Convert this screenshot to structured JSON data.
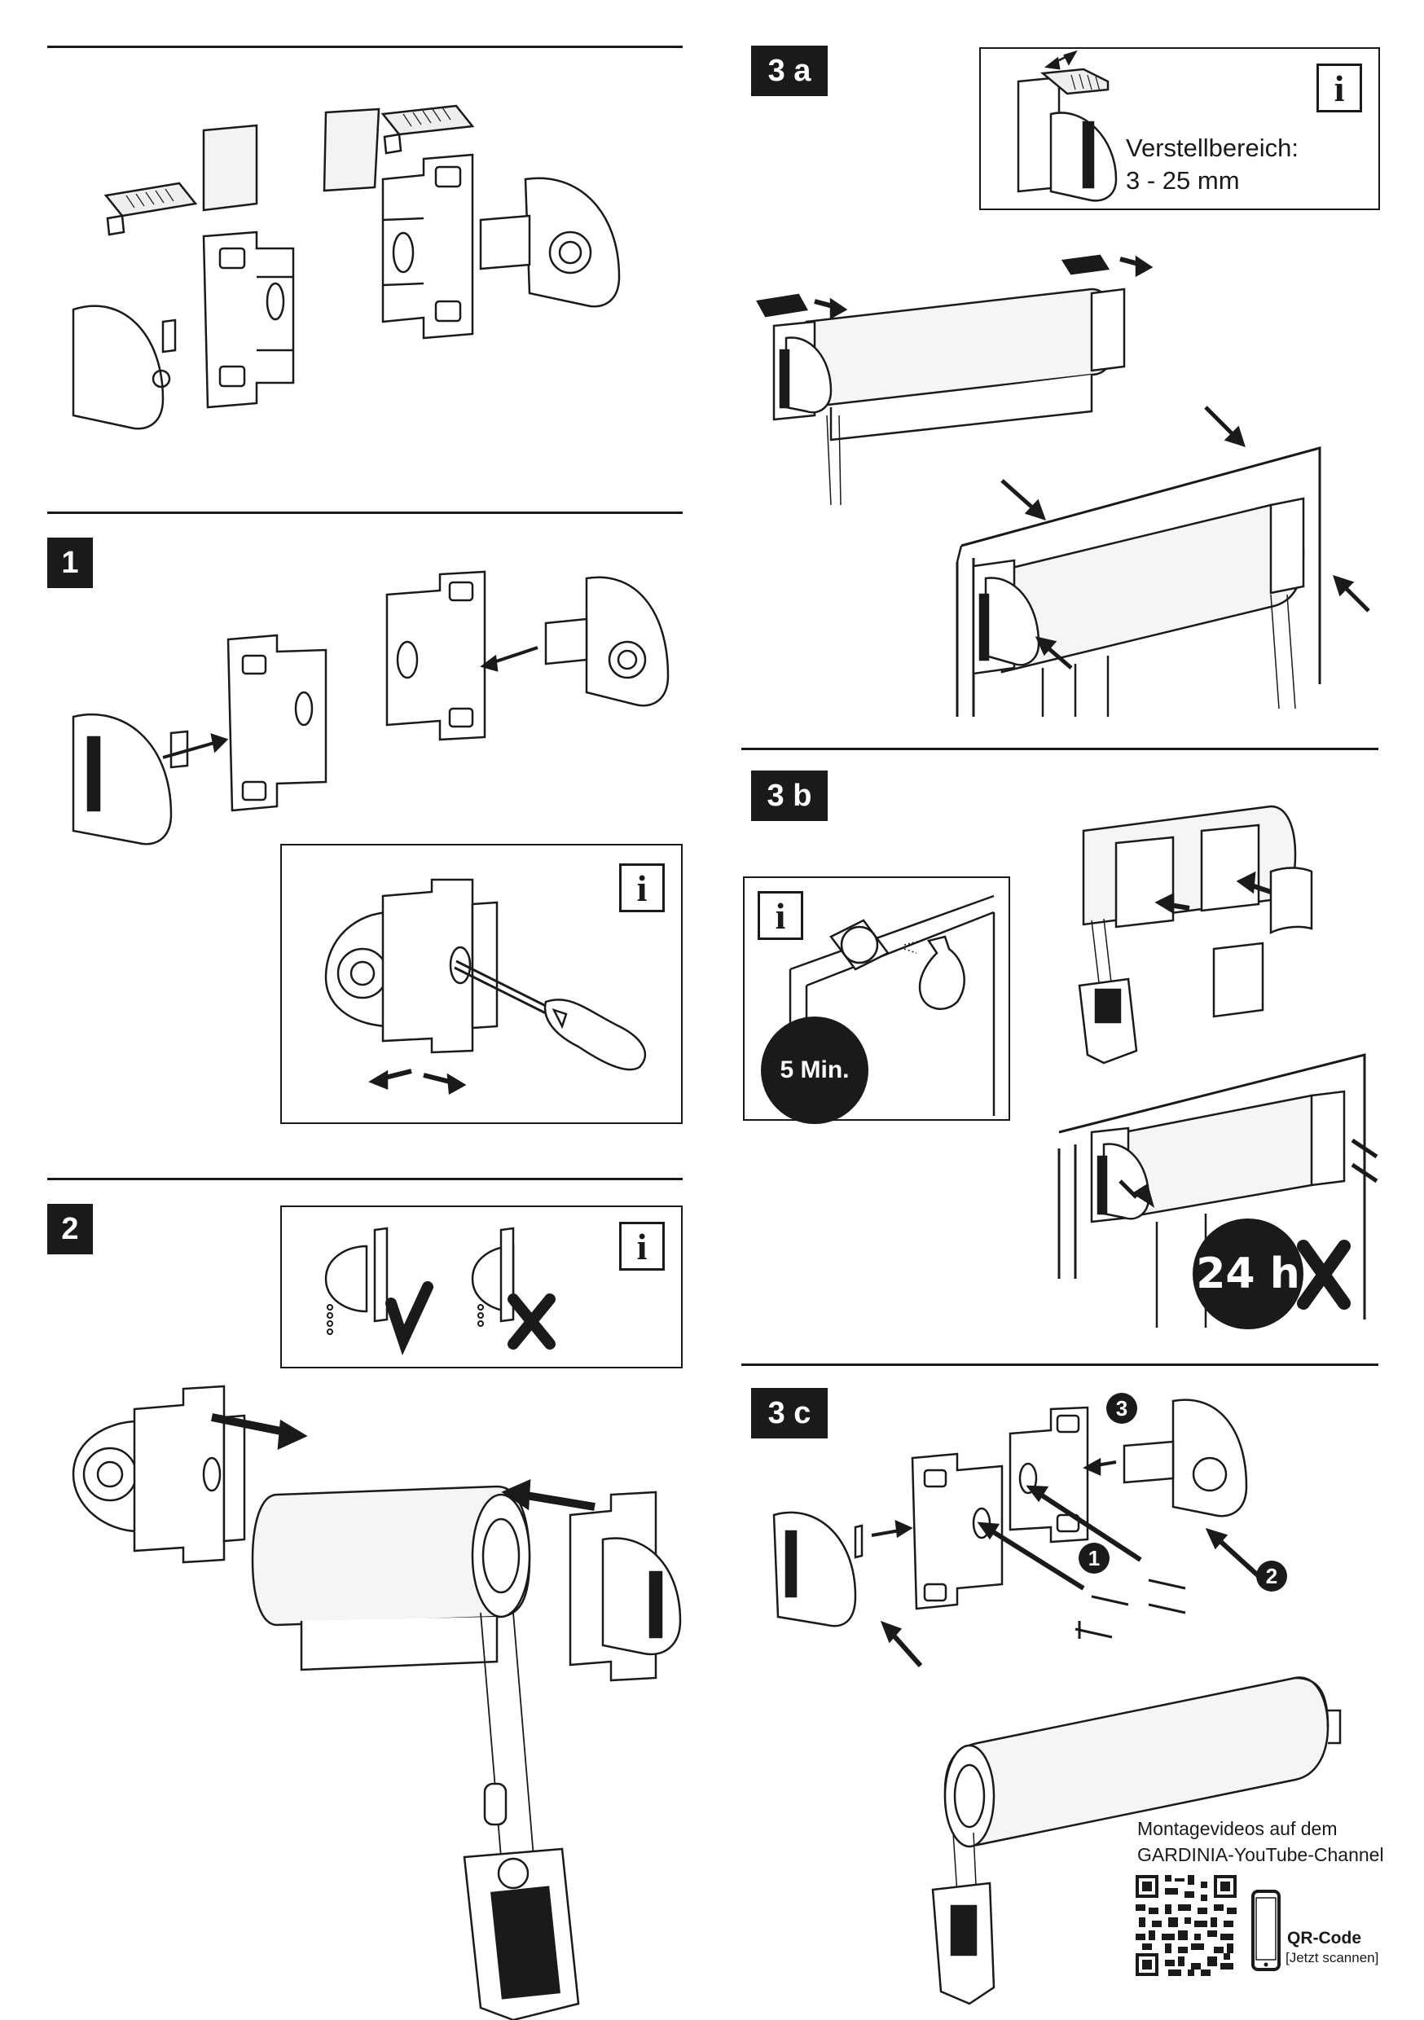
{
  "steps": {
    "s1": "1",
    "s2": "2",
    "s3a": "3 a",
    "s3b": "3 b",
    "s3c": "3 c"
  },
  "info": {
    "icon_glyph": "i",
    "range_label": "Verstellbereich:",
    "range_value": "3 - 25 mm"
  },
  "cleaning": {
    "wait_time": "5 Min."
  },
  "curing": {
    "wait_time": "24 h"
  },
  "assembly_numbers": [
    "1",
    "2",
    "3"
  ],
  "footer": {
    "line1": "Montagevideos auf dem",
    "line2": "GARDINIA-YouTube-Channel",
    "qr_title": "QR-Code",
    "qr_subtitle": "[Jetzt scannen]"
  },
  "icons": [
    "info-icon",
    "check-icon",
    "cross-icon",
    "phone-icon",
    "qr-code-icon",
    "screwdriver-icon",
    "spray-bottle-icon",
    "cloth-icon",
    "arrow-icon"
  ],
  "colors": {
    "ink": "#1a1a1a",
    "paper": "#ffffff",
    "shade": "#e6e6e6"
  }
}
